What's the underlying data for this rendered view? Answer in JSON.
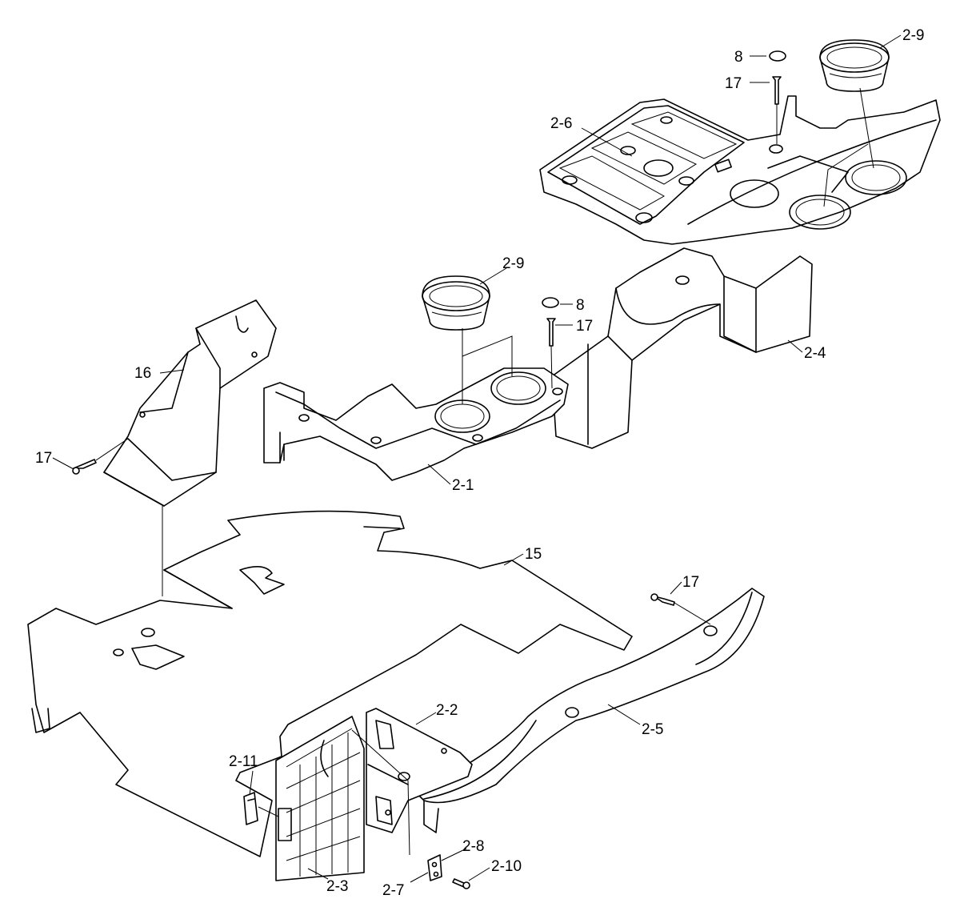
{
  "callouts": [
    {
      "id": "c-2-9-top",
      "text": "2-9"
    },
    {
      "id": "c-8-top",
      "text": "8"
    },
    {
      "id": "c-17-top",
      "text": "17"
    },
    {
      "id": "c-2-6",
      "text": "2-6"
    },
    {
      "id": "c-2-9-mid",
      "text": "2-9"
    },
    {
      "id": "c-8-mid",
      "text": "8"
    },
    {
      "id": "c-17-mid",
      "text": "17"
    },
    {
      "id": "c-2-4",
      "text": "2-4"
    },
    {
      "id": "c-16",
      "text": "16"
    },
    {
      "id": "c-17-left",
      "text": "17"
    },
    {
      "id": "c-2-1",
      "text": "2-1"
    },
    {
      "id": "c-15",
      "text": "15"
    },
    {
      "id": "c-17-right",
      "text": "17"
    },
    {
      "id": "c-2-2",
      "text": "2-2"
    },
    {
      "id": "c-2-5",
      "text": "2-5"
    },
    {
      "id": "c-2-11",
      "text": "2-11"
    },
    {
      "id": "c-2-8",
      "text": "2-8"
    },
    {
      "id": "c-2-10",
      "text": "2-10"
    },
    {
      "id": "c-2-3",
      "text": "2-3"
    },
    {
      "id": "c-2-7",
      "text": "2-7"
    }
  ]
}
